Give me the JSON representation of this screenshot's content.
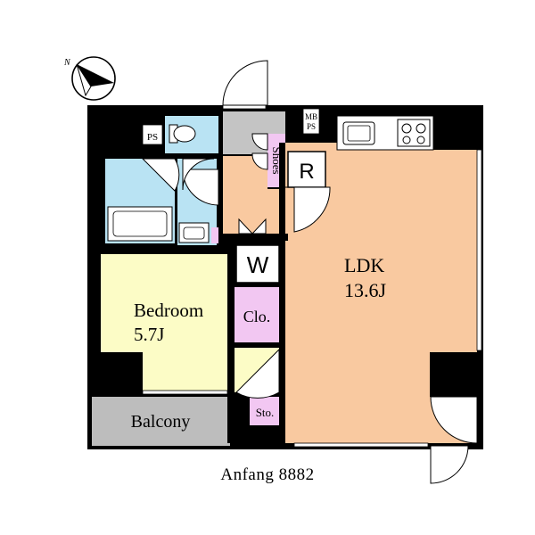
{
  "colors": {
    "wall": "#000000",
    "ldk": "#f9c9a0",
    "bedroom": "#fcfcc6",
    "wet_area": "#b9e3f3",
    "closet": "#f2c7f2",
    "entrance": "#c4c4c4",
    "balcony": "#bdbdbd",
    "hall": "#f9c9a0"
  },
  "rooms": {
    "ldk": {
      "name": "LDK",
      "size": "13.6J"
    },
    "bedroom": {
      "name": "Bedroom",
      "size": "5.7J"
    },
    "balcony": {
      "name": "Balcony"
    },
    "closet": {
      "name": "Clo."
    },
    "storage": {
      "name": "Sto."
    },
    "shoes": {
      "name": "Shoes"
    },
    "wardrobe": {
      "name": "W"
    },
    "refrigerator": {
      "name": "R"
    },
    "pipe_space": {
      "name": "PS"
    },
    "meter_box": {
      "line1": "MB",
      "line2": "PS"
    }
  },
  "icons": [
    "compass-north-icon",
    "toilet-icon",
    "bathtub-icon",
    "washbasin-icon",
    "kitchen-sink-icon",
    "stove-icon"
  ],
  "caption": "Anfang 8882"
}
